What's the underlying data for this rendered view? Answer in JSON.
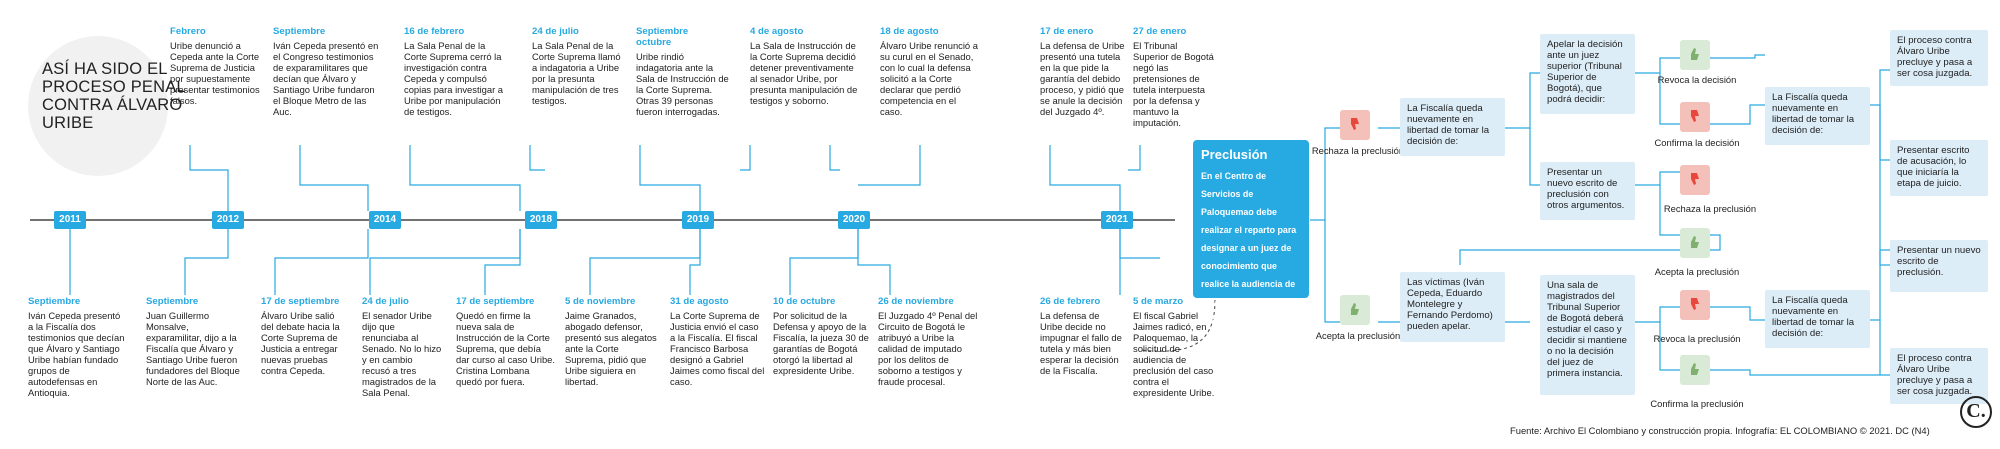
{
  "title": "ASÍ HA SIDO EL PROCESO PENAL CONTRA ÁLVARO URIBE",
  "years": [
    "2011",
    "2012",
    "2014",
    "2018",
    "2019",
    "2020",
    "2021"
  ],
  "top_events": [
    {
      "date": "Febrero",
      "text": "Uribe denunció a Cepeda ante la Corte Suprema de Justicia por supuestamente presentar testimonios falsos."
    },
    {
      "date": "Septiembre",
      "text": "Iván Cepeda presentó en el Congreso testimonios de exparamilitares que decían que Álvaro y Santiago Uribe fundaron el Bloque Metro de las Auc."
    },
    {
      "date": "16 de febrero",
      "text": "La Sala Penal de la Corte Suprema cerró la investigación contra Cepeda y compulsó copias para investigar a Uribe por manipulación de testigos."
    },
    {
      "date": "24 de julio",
      "text": "La Sala Penal de la Corte Suprema llamó a indagatoria a Uribe por la presunta manipulación de tres testigos."
    },
    {
      "date": "Septiembre octubre",
      "text": "Uribe rindió indagatoria ante la Sala de Instrucción de la Corte Suprema. Otras 39 personas fueron interrogadas."
    },
    {
      "date": "4 de agosto",
      "text": "La Sala de Instrucción de la Corte Suprema decidió detener preventivamente al senador Uribe, por presunta manipulación de testigos y soborno."
    },
    {
      "date": "18 de agosto",
      "text": "Álvaro Uribe renunció a su curul en el Senado, con lo cual la defensa solicitó a la Corte declarar que perdió competencia en el caso."
    },
    {
      "date": "17 de enero",
      "text": "La defensa de Uribe presentó una tutela en la que pide la garantía del debido proceso, y pidió que se anule la decisión del Juzgado 4º."
    },
    {
      "date": "27 de enero",
      "text": "El Tribunal Superior de Bogotá negó las pretensiones de tutela interpuesta por la defensa y mantuvo la imputación."
    }
  ],
  "bottom_events": [
    {
      "date": "Septiembre",
      "text": "Iván Cepeda presentó a la Fiscalía dos testimonios que decían que Álvaro y Santiago Uribe habían fundado grupos de autodefensas en Antioquia."
    },
    {
      "date": "Septiembre",
      "text": "Juan Guillermo Monsalve, exparamilitar, dijo a la Fiscalía que Álvaro y Santiago Uribe fueron fundadores del Bloque Norte de las Auc."
    },
    {
      "date": "17 de septiembre",
      "text": "Álvaro Uribe salió del debate hacia la Corte Suprema de Justicia a entregar nuevas pruebas contra Cepeda."
    },
    {
      "date": "24 de julio",
      "text": "El senador Uribe dijo que renunciaba al Senado. No lo hizo y en cambio recusó a tres magistrados de la Sala Penal."
    },
    {
      "date": "17 de septiembre",
      "text": "Quedó en firme la nueva sala de Instrucción de la Corte Suprema, que debía dar curso al caso Uribe. Cristina Lombana quedó por fuera."
    },
    {
      "date": "5 de noviembre",
      "text": "Jaime Granados, abogado defensor, presentó sus alegatos ante la Corte Suprema, pidió que Uribe siguiera en libertad."
    },
    {
      "date": "31 de agosto",
      "text": "La Corte Suprema de Justicia envió el caso a la Fiscalía. El fiscal Francisco Barbosa designó a Gabriel Jaimes como fiscal del caso."
    },
    {
      "date": "10 de octubre",
      "text": "Por solicitud de la Defensa y apoyo de la Fiscalía, la jueza 30 de garantías de Bogotá otorgó la libertad al expresidente Uribe."
    },
    {
      "date": "26 de noviembre",
      "text": "El Juzgado 4º Penal del Circuito de Bogotá le atribuyó a Uribe la calidad de imputado por los delitos de soborno a testigos y fraude procesal."
    },
    {
      "date": "26 de febrero",
      "text": "La defensa de Uribe decide no impugnar el fallo de tutela y más bien esperar la decisión de la Fiscalía."
    },
    {
      "date": "5 de marzo",
      "text": "El fiscal Gabriel Jaimes radicó, en Paloquemao, la solicitud de audiencia de preclusión del caso contra el expresidente Uribe."
    }
  ],
  "preclusion": {
    "heading": "Preclusión",
    "text": "En el Centro de Servicios de Paloquemao debe realizar el reparto para designar a un juez de conocimiento que realice la audiencia de preclusión, luego de la cual puede:"
  },
  "flow": {
    "rechaza": "Rechaza la preclusión",
    "acepta": "Acepta la preclusión",
    "fiscalia_libertad": "La Fiscalía queda nuevamente en libertad de tomar la decisión de:",
    "apelar": "Apelar la decisión ante un juez superior (Tribunal Superior de Bogotá), que podrá decidir:",
    "revoca_decision": "Revoca la decisión",
    "confirma_decision": "Confirma la decisión",
    "fiscalia_libertad_2": "La Fiscalía queda nuevamente en libertad de tomar la decisión de:",
    "proceso_precluye_1": "El proceso contra Álvaro Uribe precluye y pasa a ser cosa juzgada.",
    "presentar_nuevo": "Presentar un nuevo escrito de preclusión con otros argumentos.",
    "rechaza_preclusion": "Rechaza la preclusión",
    "acepta_preclusion": "Acepta la preclusión",
    "escrito_acusacion": "Presentar escrito de acusación, lo que iniciaría la etapa de juicio.",
    "presentar_nuevo_2": "Presentar un nuevo escrito de preclusión.",
    "victimas": "Las víctimas (Iván Cepeda, Eduardo Montelegre y Fernando Perdomo) pueden apelar.",
    "sala": "Una sala de magistrados del Tribunal Superior de Bogotá deberá estudiar el caso y decidir si mantiene o no la decisión del juez de primera instancia.",
    "revoca_preclusion": "Revoca la preclusión",
    "confirma_preclusion": "Confirma la preclusión",
    "fiscalia_libertad_3": "La Fiscalía queda nuevamente en libertad de tomar la decisión de:",
    "proceso_precluye_2": "El proceso contra Álvaro Uribe precluye y pasa a ser cosa juzgada."
  },
  "source": "Fuente: Archivo El Colombiano y construcción propia. Infografía: EL COLOMBIANO © 2021. DC (N4)",
  "logo": "C.",
  "colors": {
    "accent": "#27a9e1",
    "box": "#dcedf8",
    "red_icon": "#f4c0ba",
    "green_icon": "#d9ead6"
  }
}
